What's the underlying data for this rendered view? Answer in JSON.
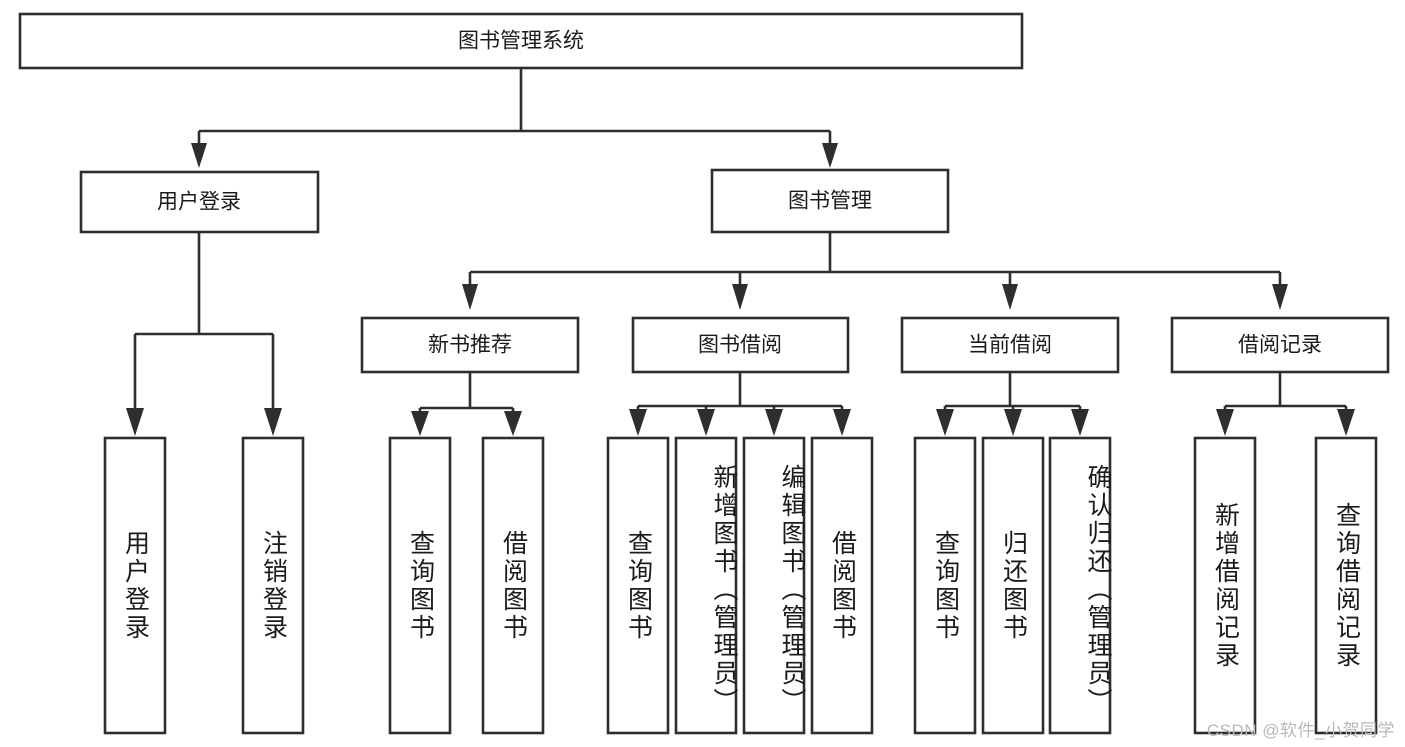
{
  "diagram": {
    "title": "图书管理系统",
    "type": "tree-hierarchy-diagram",
    "colors": {
      "box_stroke": "#2e2e2e",
      "box_fill": "#ffffff",
      "text": "#1b1b1b",
      "background": "#ffffff",
      "watermark": "#b9b9b9"
    },
    "root": {
      "label": "图书管理系统"
    },
    "level2": [
      {
        "label": "用户登录"
      },
      {
        "label": "图书管理"
      }
    ],
    "level3": [
      {
        "label": "新书推荐"
      },
      {
        "label": "图书借阅"
      },
      {
        "label": "当前借阅"
      },
      {
        "label": "借阅记录"
      }
    ],
    "leaves": {
      "user_login": [
        {
          "label": "用户登录"
        },
        {
          "label": "注销登录"
        }
      ],
      "new_book_recommend": [
        {
          "label": "查询图书"
        },
        {
          "label": "借阅图书"
        }
      ],
      "book_borrow": [
        {
          "label": "查询图书"
        },
        {
          "label": "新增图书（管理员）"
        },
        {
          "label": "编辑图书（管理员）"
        },
        {
          "label": "借阅图书"
        }
      ],
      "current_borrow": [
        {
          "label": "查询图书"
        },
        {
          "label": "归还图书"
        },
        {
          "label": "确认归还（管理员）"
        }
      ],
      "borrow_record": [
        {
          "label": "新增借阅记录"
        },
        {
          "label": "查询借阅记录"
        }
      ]
    }
  },
  "watermark": {
    "text": "CSDN @软件_小贺同学"
  }
}
